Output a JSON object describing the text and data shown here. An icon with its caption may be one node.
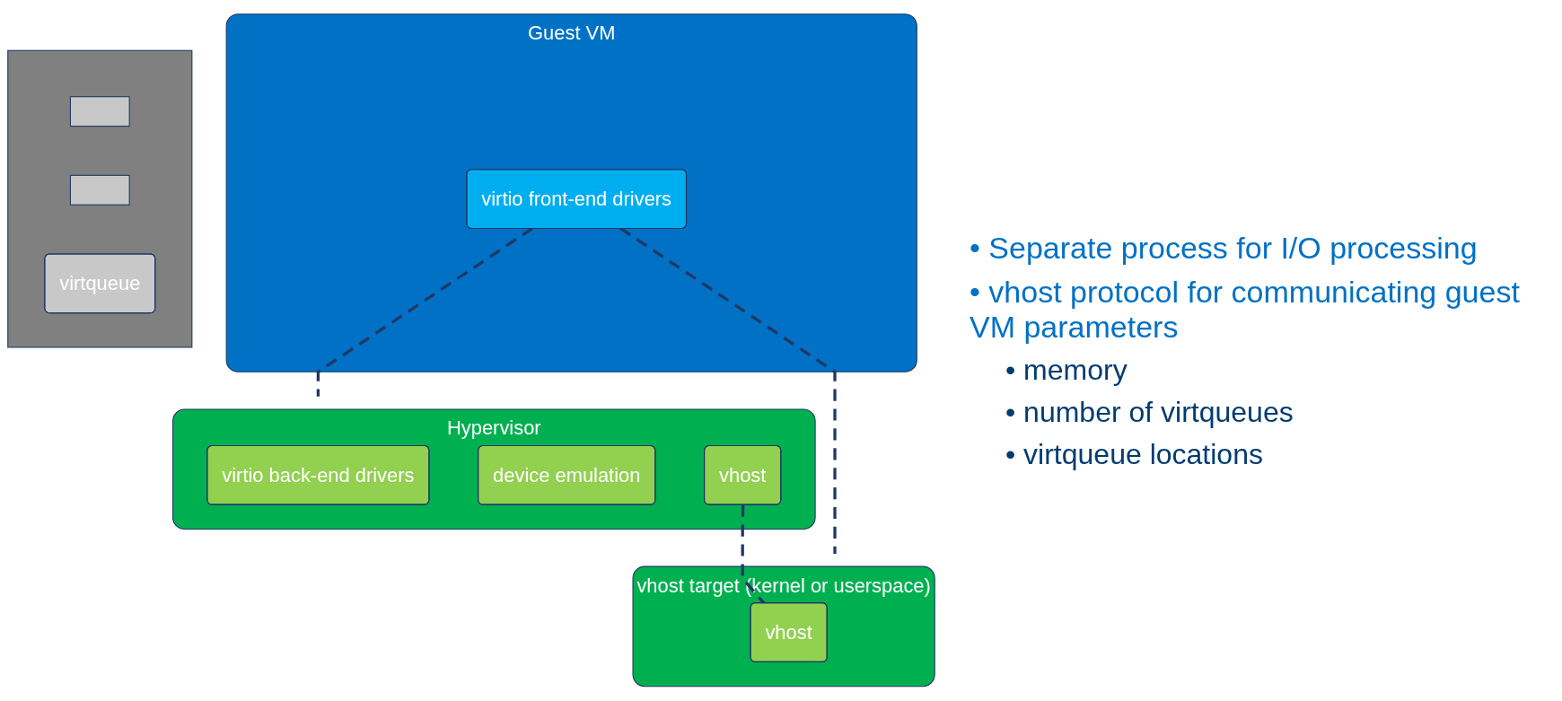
{
  "diagram": {
    "nodes": [
      {
        "text": [
          "Guest VM"
        ]
      },
      {
        "text": [
          "virtio front-end drivers"
        ],
        "in": 0
      },
      {
        "text": [],
        "shape": "box"
      },
      {
        "text": [],
        "shape": "box",
        "in": 2
      },
      {
        "text": [],
        "shape": "box",
        "in": 2
      },
      {
        "text": [
          "virtqueue"
        ],
        "in": 2
      },
      {
        "text": [
          "Hypervisor"
        ]
      },
      {
        "text": [
          "virtio back-end drivers"
        ],
        "in": 6
      },
      {
        "text": [
          "device emulation"
        ],
        "in": 6
      },
      {
        "text": [
          "vhost"
        ],
        "in": 6
      },
      {
        "text": [
          "vhost target (kernel or userspace)"
        ]
      },
      {
        "text": [
          "vhost"
        ],
        "in": 10
      }
    ],
    "edges": [
      {
        "from": 1,
        "to": 6,
        "arrow": "none",
        "style": "dashed"
      },
      {
        "from": 1,
        "to": 10,
        "arrow": "none",
        "style": "dashed"
      },
      {
        "from": 9,
        "to": 11,
        "arrow": "none",
        "style": "dashed"
      }
    ],
    "labels": [
      "• Separate process for I/O processing",
      "• vhost protocol for communicating guest VM parameters",
      "• memory",
      "• number of virtqueues",
      "• virtqueue locations"
    ]
  }
}
